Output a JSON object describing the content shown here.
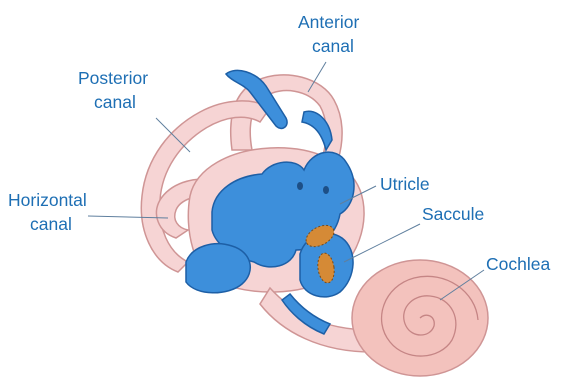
{
  "labels": {
    "anterior_line1": "Anterior",
    "anterior_line2": "canal",
    "posterior_line1": "Posterior",
    "posterior_line2": "canal",
    "horizontal_line1": "Horizontal",
    "horizontal_line2": "canal",
    "utricle": "Utricle",
    "saccule": "Saccule",
    "cochlea": "Cochlea"
  },
  "colors": {
    "bony_fill": "#f6d4d4",
    "bony_stroke": "#cf9595",
    "membrane_fill": "#3d8fdb",
    "membrane_stroke": "#1d5fa6",
    "macula": "#d58a36",
    "cochlea_fill": "#f3c2bd",
    "label_text": "#1e6fb4"
  }
}
